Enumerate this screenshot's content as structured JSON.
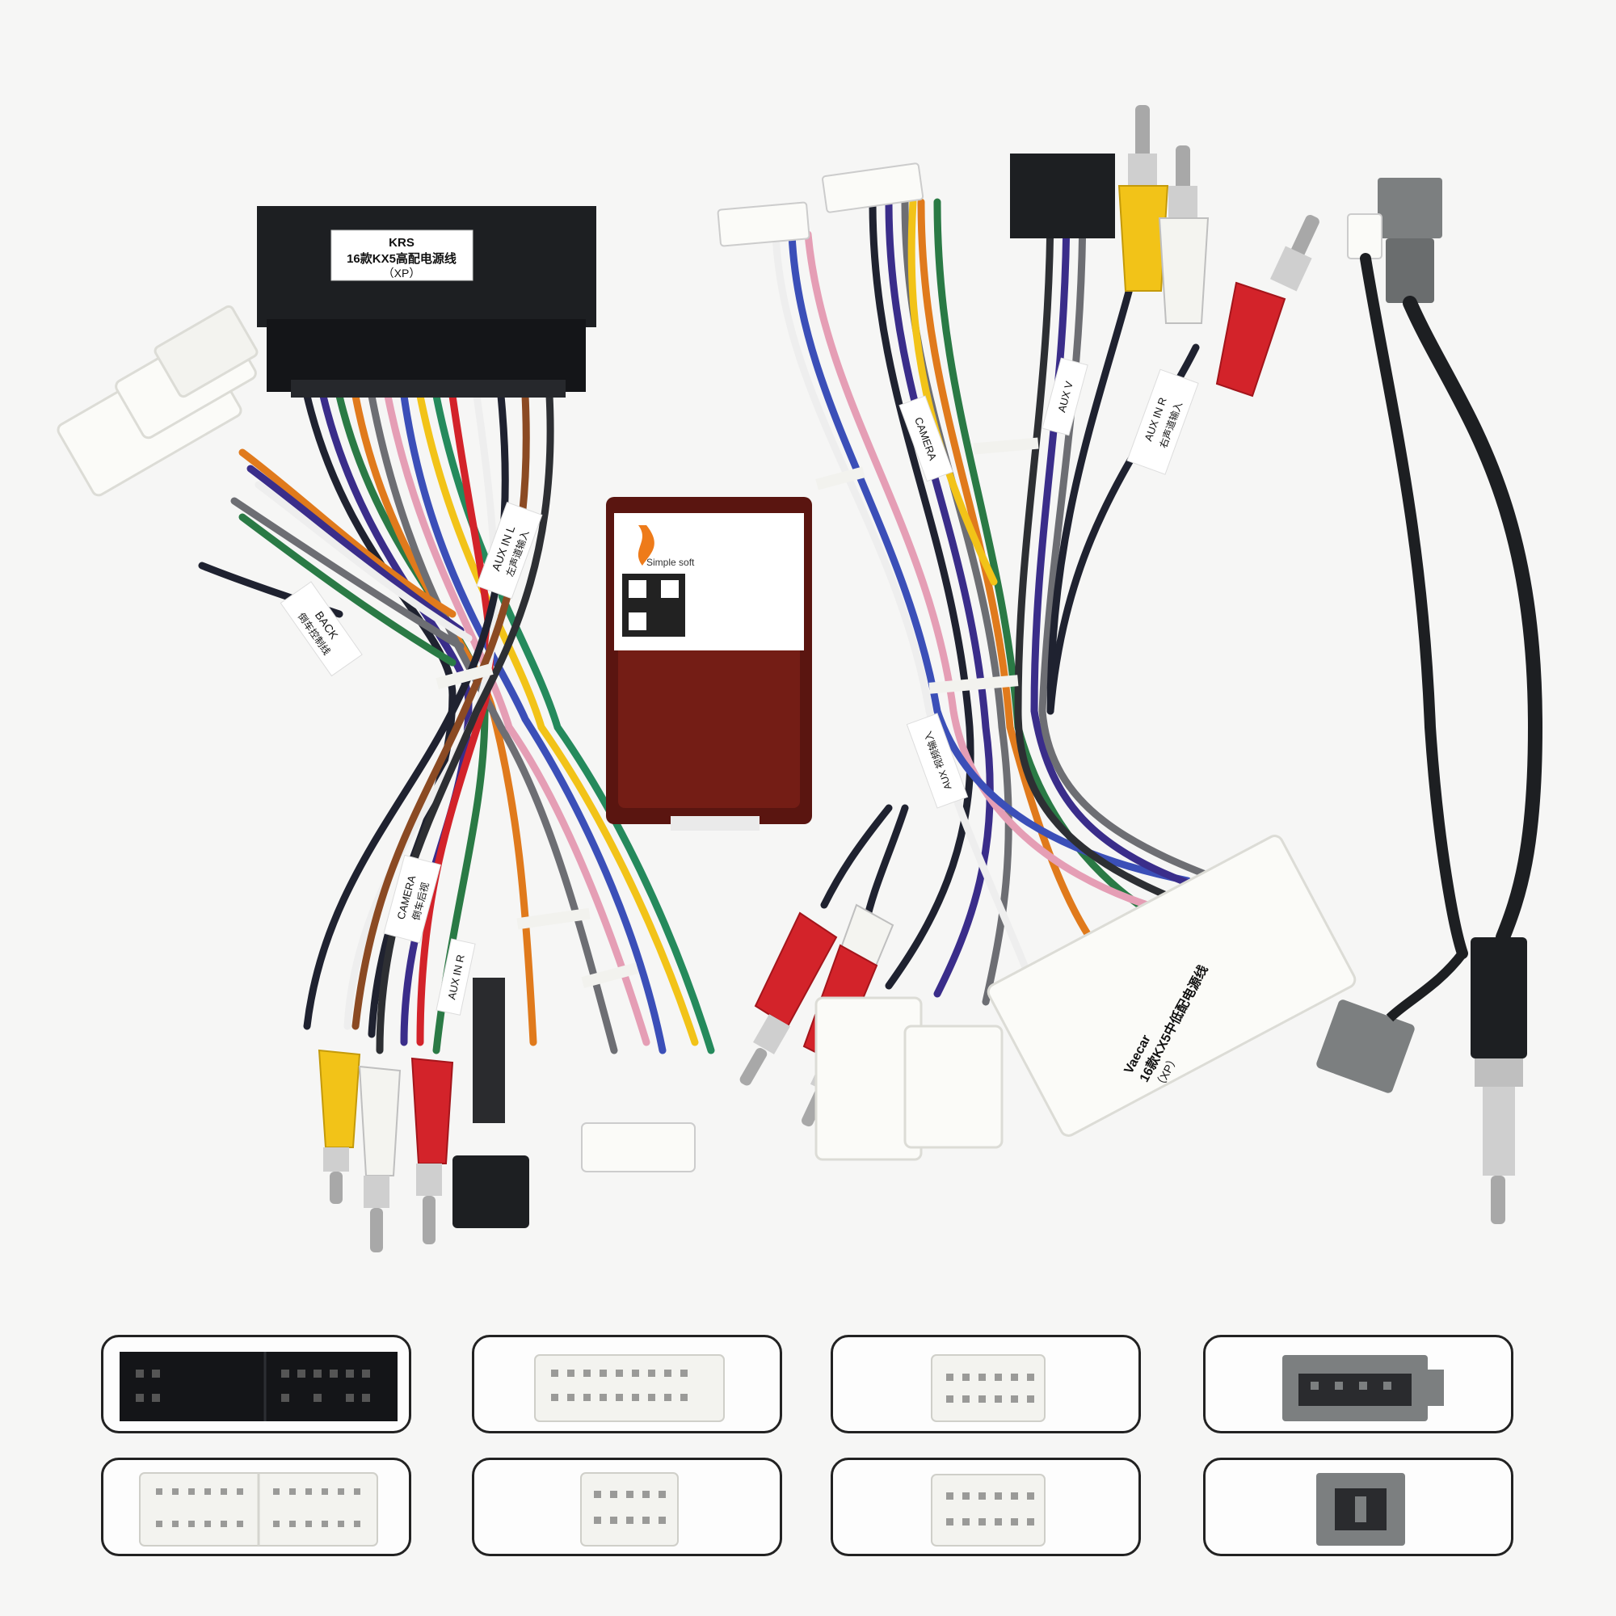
{
  "left_harness_label": {
    "brand": "KRS",
    "model": "16款KX5高配电源线",
    "code": "（XP）"
  },
  "right_harness_label": {
    "brand": "Vaecar",
    "model": "16款KX5中低配电源线",
    "code": "（XP）"
  },
  "decoder_box": {
    "brand": "Simple soft"
  },
  "cable_tags": {
    "left_back": "BACK",
    "left_back_cn": "倒车控制线",
    "left_aux_l": "AUX IN L",
    "left_aux_l_cn": "左声道输入",
    "left_camera": "CAMERA",
    "left_camera_cn": "倒车后视",
    "left_aux_r": "AUX IN R",
    "right_aux_v": "AUX V",
    "right_camera": "CAMERA",
    "right_aux_r": "AUX IN R",
    "right_aux_r_cn": "右声道输入",
    "right_aux_v_cn": "AUX 视频输入"
  },
  "colors": {
    "background": "#f6f6f5",
    "connector_black": "#1d1f22",
    "connector_white": "#fbfbf8",
    "connector_grey": "#7c7f80",
    "rca_red": "#d3232a",
    "rca_yellow": "#f2c318",
    "rca_white": "#f4f4f0",
    "decoder_red": "#6e1a14"
  },
  "connector_panels": [
    {
      "type": "black-connector-pinout"
    },
    {
      "type": "white-connector-pinout"
    },
    {
      "type": "white-small-connector-pinout"
    },
    {
      "type": "grey-connector-pinout"
    },
    {
      "type": "white-large-connector-pinout"
    },
    {
      "type": "white-medium-connector-pinout"
    },
    {
      "type": "white-medium-connector-pinout"
    },
    {
      "type": "grey-antenna-connector-pinout"
    }
  ]
}
